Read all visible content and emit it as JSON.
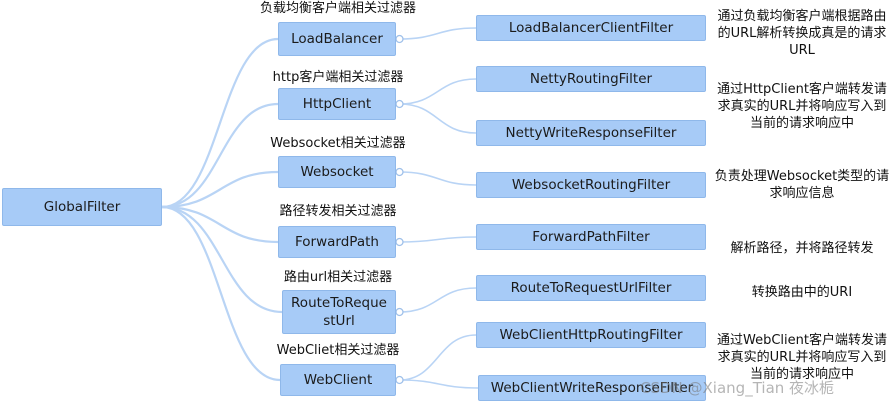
{
  "root": {
    "label": "GlobalFilter"
  },
  "categories": [
    {
      "label": "LoadBalancer",
      "caption": "负载均衡客户端相关过滤器",
      "filters": [
        "LoadBalancerClientFilter"
      ],
      "description": "通过负载均衡客户端根据路由的URL解析转换成真是的请求URL"
    },
    {
      "label": "HttpClient",
      "caption": "http客户端相关过滤器",
      "filters": [
        "NettyRoutingFilter",
        "NettyWriteResponseFilter"
      ],
      "description": "通过HttpClient客户端转发请求真实的URL并将响应写入到当前的请求响应中"
    },
    {
      "label": "Websocket",
      "caption": "Websocket相关过滤器",
      "filters": [
        "WebsocketRoutingFilter"
      ],
      "description": "负责处理Websocket类型的请求响应信息"
    },
    {
      "label": "ForwardPath",
      "caption": "路径转发相关过滤器",
      "filters": [
        "ForwardPathFilter"
      ],
      "description": "解析路径，并将路径转发"
    },
    {
      "label": "RouteToRequestUrl",
      "caption": "路由url相关过滤器",
      "filters": [
        "RouteToRequestUrlFilter"
      ],
      "description": "转换路由中的URI"
    },
    {
      "label": "WebClient",
      "caption": "WebCliet相关过滤器",
      "filters": [
        "WebClientHttpRoutingFilter",
        "WebClientWriteResponseFilter"
      ],
      "description": "通过WebClient客户端转发请求真实的URL并将响应写入到当前的请求响应中"
    }
  ],
  "watermark": "CSDN @Xiang_Tian 夜冰栀",
  "colors": {
    "node_fill": "#a7cbf7",
    "node_border": "#8fb8ea",
    "connector": "#b9d4f5",
    "text": "#111111"
  }
}
